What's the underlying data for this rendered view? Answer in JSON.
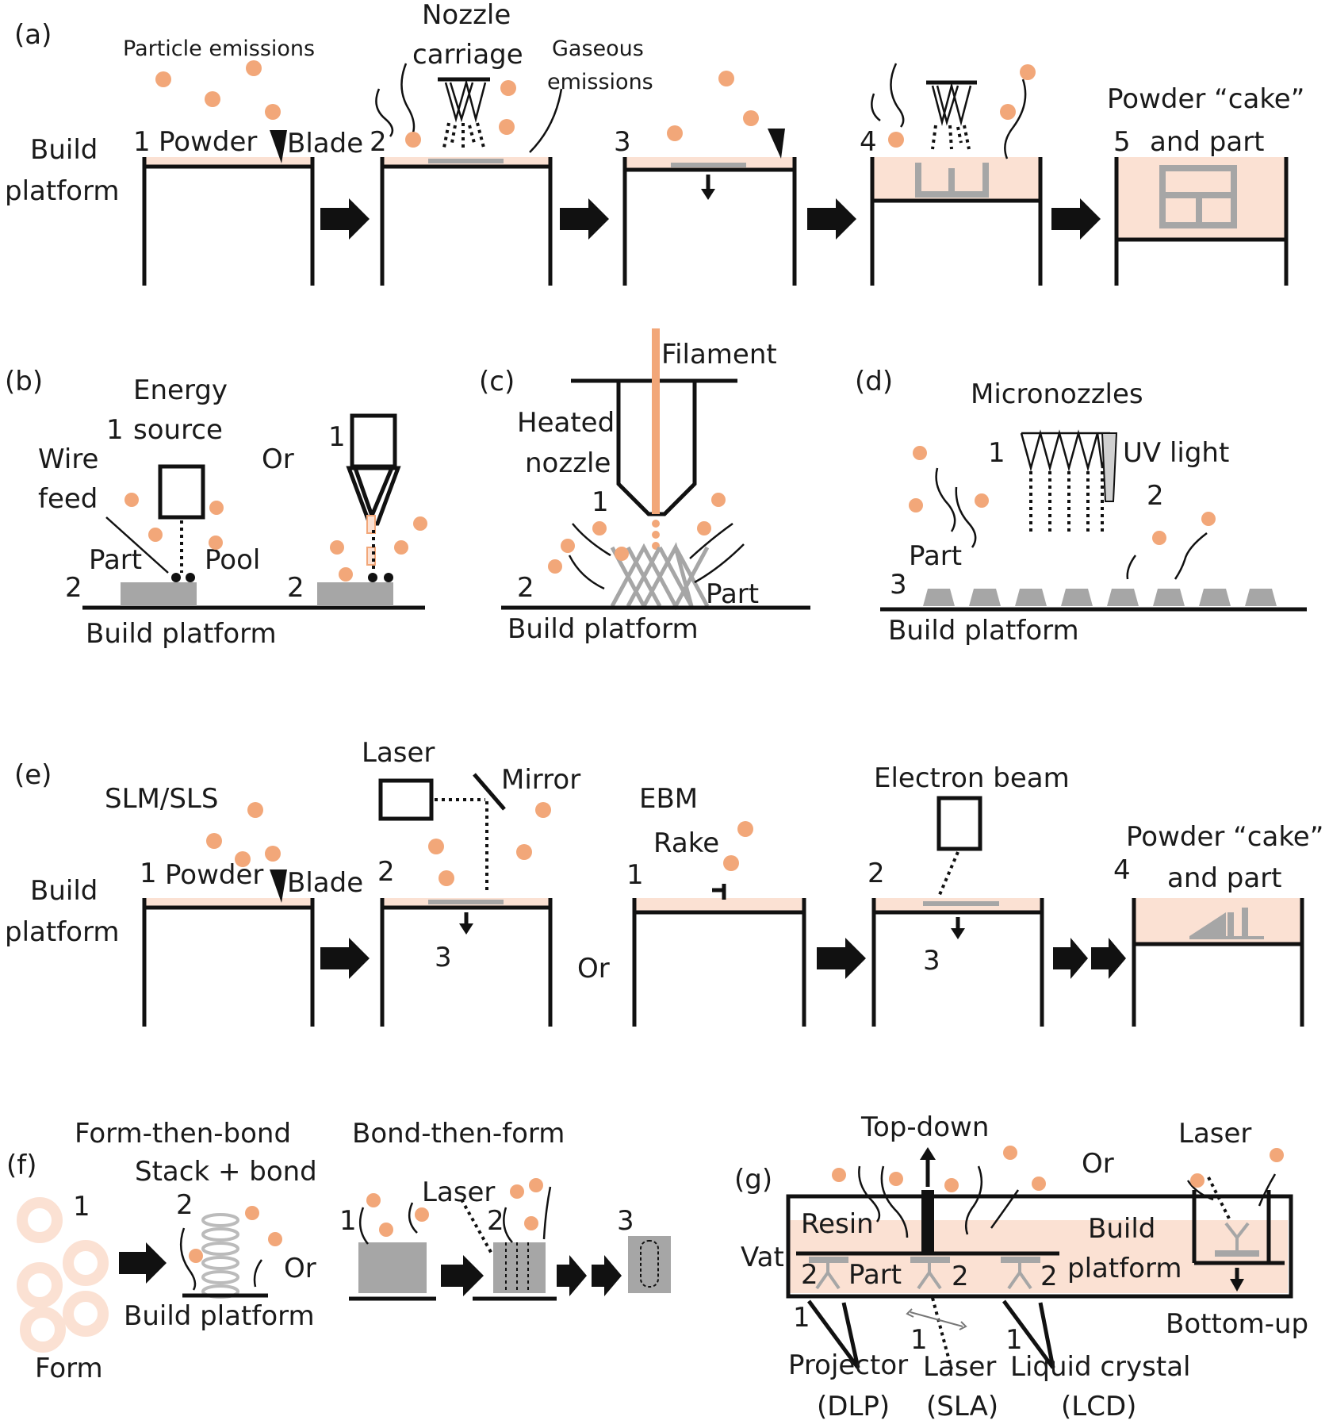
{
  "colors": {
    "particle": "#f2a779",
    "powder": "#fbe1d3",
    "part": "#a6a6a6",
    "line": "#111111"
  },
  "a": {
    "tag": "(a)",
    "build_platform": [
      "Build",
      "platform"
    ],
    "particle_emissions": "Particle emissions",
    "nozzle_carriage": [
      "Nozzle",
      "carriage"
    ],
    "gaseous_emissions": [
      "Gaseous",
      "emissions"
    ],
    "powder": "Powder",
    "blade": "Blade",
    "powder_cake": [
      "Powder “cake”",
      "and part"
    ],
    "steps": [
      "1",
      "2",
      "3",
      "4",
      "5"
    ]
  },
  "b": {
    "tag": "(b)",
    "energy_source": [
      "Energy",
      "source"
    ],
    "wire_feed": [
      "Wire",
      "feed"
    ],
    "or": "Or",
    "part": "Part",
    "pool": "Pool",
    "build_platform": "Build platform",
    "n1": "1",
    "n2": "2"
  },
  "c": {
    "tag": "(c)",
    "filament": "Filament",
    "heated_nozzle": [
      "Heated",
      "nozzle"
    ],
    "part": "Part",
    "build_platform": "Build platform",
    "n1": "1",
    "n2": "2"
  },
  "d": {
    "tag": "(d)",
    "micronozzles": "Micronozzles",
    "uv_light": "UV light",
    "part": "Part",
    "build_platform": "Build platform",
    "n1": "1",
    "n2": "2",
    "n3": "3"
  },
  "e": {
    "tag": "(e)",
    "slm_sls": "SLM/SLS",
    "build_platform": [
      "Build",
      "platform"
    ],
    "powder": "Powder",
    "blade": "Blade",
    "laser": "Laser",
    "mirror": "Mirror",
    "or": "Or",
    "ebm": "EBM",
    "rake": "Rake",
    "electron_beam": "Electron beam",
    "powder_cake": [
      "Powder “cake”",
      "and part"
    ],
    "n1": "1",
    "n2": "2",
    "n3": "3",
    "n4": "4"
  },
  "f": {
    "tag": "(f)",
    "form_then_bond": "Form-then-bond",
    "stack_bond": "Stack + bond",
    "bond_then_form": "Bond-then-form",
    "laser": "Laser",
    "form": "Form",
    "or": "Or",
    "build_platform": "Build platform",
    "n1": "1",
    "n2": "2",
    "n3": "3"
  },
  "g": {
    "tag": "(g)",
    "top_down": "Top-down",
    "or": "Or",
    "laser_top": "Laser",
    "resin": "Resin",
    "vat": "Vat",
    "part": "Part",
    "build_platform": [
      "Build",
      "platform"
    ],
    "bottom_up": "Bottom-up",
    "projector": [
      "Projector",
      "(DLP)"
    ],
    "laser_sla": [
      "Laser",
      "(SLA)"
    ],
    "lcd": [
      "Liquid crystal",
      "(LCD)"
    ],
    "n1": "1",
    "n2": "2"
  }
}
